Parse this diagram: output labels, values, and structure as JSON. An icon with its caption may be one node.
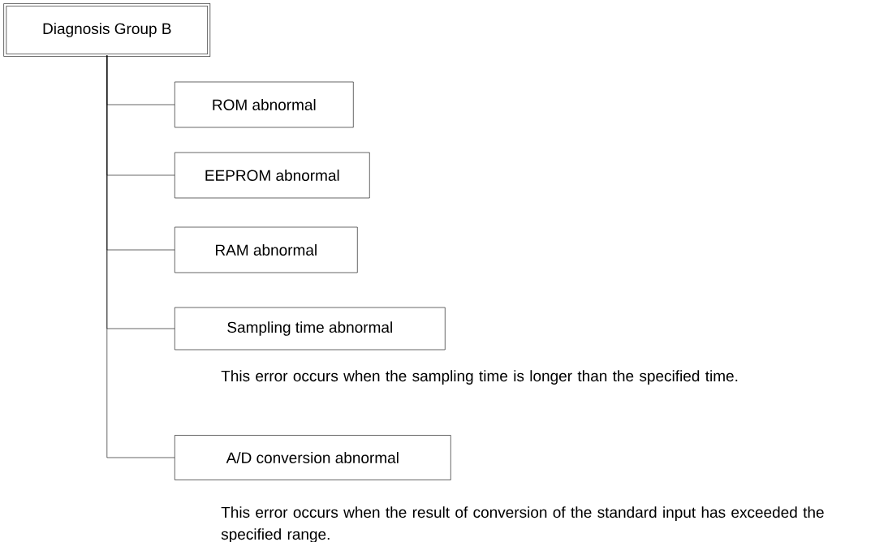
{
  "diagram": {
    "nodes": [
      {
        "text": [
          "Diagnosis Group B"
        ]
      },
      {
        "text": [
          "ROM abnormal"
        ]
      },
      {
        "text": [
          "EEPROM abnormal"
        ]
      },
      {
        "text": [
          "RAM abnormal"
        ]
      },
      {
        "text": [
          "Sampling time abnormal"
        ],
        "beside": [
          "This error occurs when the sampling time is longer than the specified time."
        ]
      },
      {
        "text": [
          "A/D conversion abnormal"
        ],
        "beside": [
          "This error occurs when the result of conversion of the standard input has exceeded the specified range."
        ]
      }
    ],
    "edges": [
      {
        "from": 0,
        "to": 1,
        "arrow": "none"
      },
      {
        "from": 0,
        "to": 2,
        "arrow": "none"
      },
      {
        "from": 0,
        "to": 3,
        "arrow": "none"
      },
      {
        "from": 0,
        "to": 4,
        "arrow": "none"
      },
      {
        "from": 0,
        "to": 5,
        "arrow": "none"
      }
    ]
  }
}
